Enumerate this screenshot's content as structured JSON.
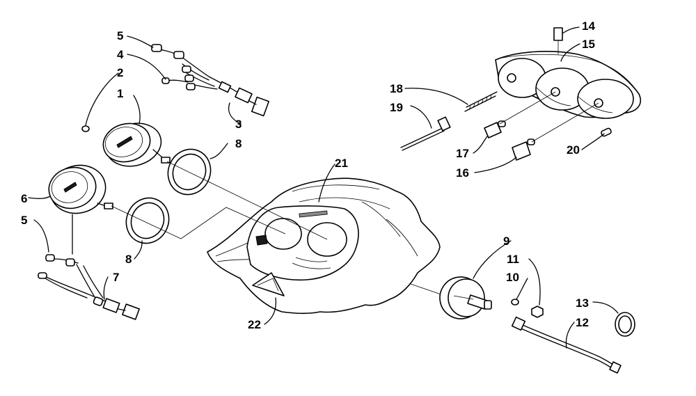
{
  "diagram": {
    "callouts": [
      {
        "id": "c1",
        "label": "1"
      },
      {
        "id": "c2",
        "label": "2"
      },
      {
        "id": "c3",
        "label": "3"
      },
      {
        "id": "c4",
        "label": "4"
      },
      {
        "id": "c5a",
        "label": "5"
      },
      {
        "id": "c5b",
        "label": "5"
      },
      {
        "id": "c6",
        "label": "6"
      },
      {
        "id": "c7",
        "label": "7"
      },
      {
        "id": "c8a",
        "label": "8"
      },
      {
        "id": "c8b",
        "label": "8"
      },
      {
        "id": "c9",
        "label": "9"
      },
      {
        "id": "c10",
        "label": "10"
      },
      {
        "id": "c11",
        "label": "11"
      },
      {
        "id": "c12",
        "label": "12"
      },
      {
        "id": "c13",
        "label": "13"
      },
      {
        "id": "c14",
        "label": "14"
      },
      {
        "id": "c15",
        "label": "15"
      },
      {
        "id": "c16",
        "label": "16"
      },
      {
        "id": "c17",
        "label": "17"
      },
      {
        "id": "c18",
        "label": "18"
      },
      {
        "id": "c19",
        "label": "19"
      },
      {
        "id": "c20",
        "label": "20"
      },
      {
        "id": "c21",
        "label": "21"
      },
      {
        "id": "c22",
        "label": "22"
      }
    ]
  }
}
